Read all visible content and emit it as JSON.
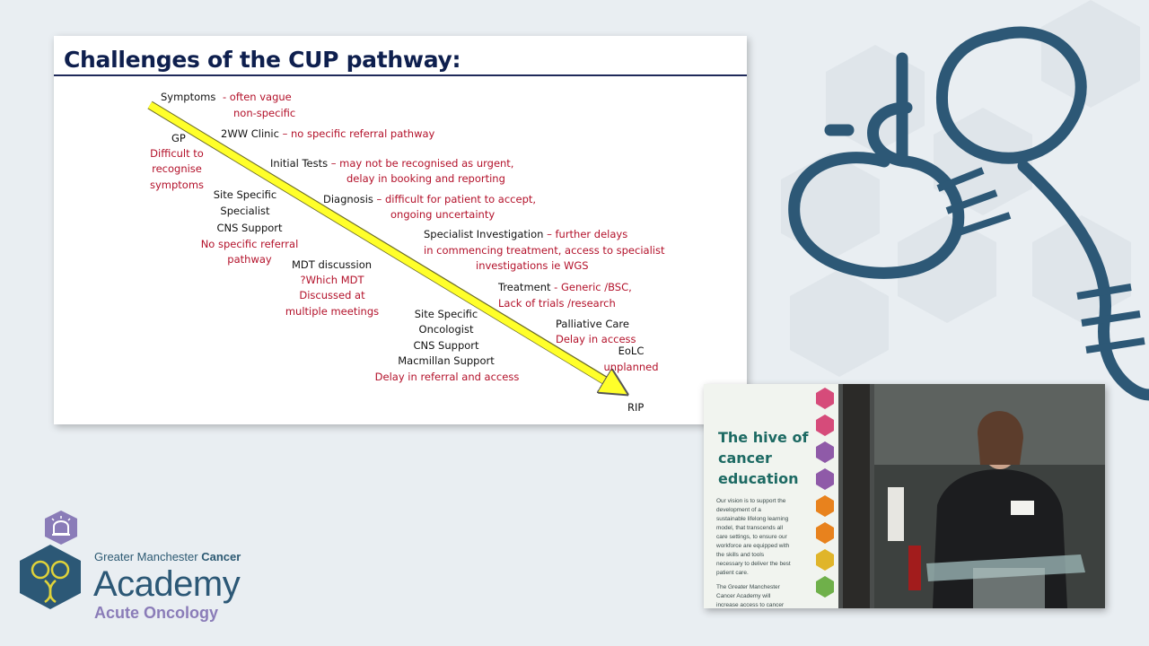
{
  "slide": {
    "title": "Challenges of the CUP pathway:",
    "labels": {
      "symptoms": "Symptoms",
      "symptoms_note1": "- often vague",
      "symptoms_note2": "non-specific",
      "gp": "GP",
      "gp_note1": "Difficult to",
      "gp_note2": "recognise",
      "gp_note3": "symptoms",
      "clinic": "2WW Clinic",
      "clinic_note": " – no specific referral pathway",
      "tests": "Initial Tests",
      "tests_note1": " – may not be recognised as urgent,",
      "tests_note2": "delay in booking and reporting",
      "site_specialist1": "Site Specific",
      "site_specialist2": "Specialist",
      "cns_support": "CNS Support",
      "cns_note1": "No specific referral",
      "cns_note2": "pathway",
      "diagnosis": "Diagnosis",
      "diagnosis_note1": " – difficult for patient to accept,",
      "diagnosis_note2": "ongoing uncertainty",
      "spec_inv": "Specialist Investigation",
      "spec_inv_note1": " – further delays",
      "spec_inv_note2": "in commencing treatment, access to specialist",
      "spec_inv_note3": "investigations ie WGS",
      "mdt": "MDT discussion",
      "mdt_note1": "?Which MDT",
      "mdt_note2": "Discussed at",
      "mdt_note3": "multiple meetings",
      "treatment": "Treatment",
      "treatment_note1": " - Generic /BSC,",
      "treatment_note2": "Lack of trials /research",
      "onc1": "Site Specific",
      "onc2": "Oncologist",
      "onc3": "CNS Support",
      "onc4": "Macmillan Support",
      "onc_note": "Delay in referral and access",
      "palliative": "Palliative Care",
      "palliative_note": "Delay in access",
      "eolc": "EoLC",
      "eolc_note": "unplanned",
      "rip": "RIP"
    }
  },
  "video": {
    "banner_title": "The hive of cancer education",
    "banner_text": "Our vision is to support the development of a sustainable lifelong learning model, that transcends all care settings, to ensure our workforce are equipped with the skills and tools necessary to deliver the best patient care.",
    "banner_text2": "The Greater Manchester Cancer Academy will increase access to cancer"
  },
  "logo": {
    "org_prefix": "Greater Manchester",
    "org_bold": "Cancer",
    "name": "Academy",
    "unit": "Acute Oncology"
  },
  "colors": {
    "title": "#0e1f4e",
    "note_red": "#b3112a",
    "arrow_yellow": "#ffff2a",
    "brand_teal": "#2c5876",
    "brand_purple": "#8a7cb8"
  }
}
